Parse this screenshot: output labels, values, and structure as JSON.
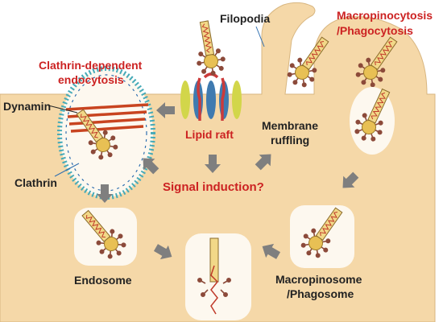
{
  "labels": {
    "filopodia": "Filopodia",
    "macropinocytosis": [
      "Macropinocytosis",
      "/Phagocytosis"
    ],
    "clathrin_dependent": [
      "Clathrin-dependent",
      "endocytosis"
    ],
    "dynamin": "Dynamin",
    "clathrin": "Clathrin",
    "lipid_raft": "Lipid raft",
    "membrane_ruffling": [
      "Membrane",
      "ruffling"
    ],
    "signal_induction": "Signal induction?",
    "endosome": "Endosome",
    "macropinosome": [
      "Macropinosome",
      "/Phagosome"
    ]
  },
  "colors": {
    "cell": "#f5d8a8",
    "vesicle": "#fdf8ef",
    "arrow": "#7f7f7f",
    "label_red": "#cc2222",
    "label_dark": "#222222",
    "virus_core": "#e8c054",
    "virus_spike": "#8c4a3a",
    "genome_box": "#f2d888",
    "genome_wave": "#c03a2a",
    "dynamin_ring": "#c84420",
    "clathrin_coat": "#46aab8",
    "raft_receptor": "#cc3a3a"
  },
  "icons": [
    "virus-particle-icon",
    "genome-rna-icon",
    "dynamin-ring-icon",
    "clathrin-coat-icon",
    "lipid-raft-icon",
    "arrow-icon"
  ]
}
